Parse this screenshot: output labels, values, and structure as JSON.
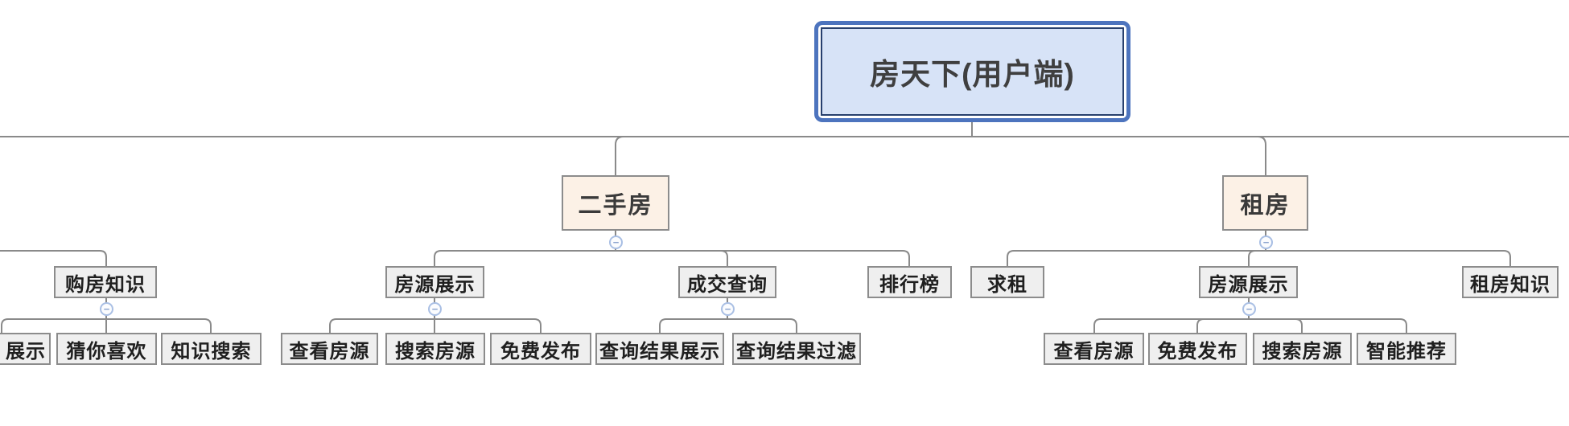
{
  "colors": {
    "root_fill": "#D7E3F7",
    "root_border": "#4D74BE",
    "root_inner_border": "#28406E",
    "branch_fill": "#FCF1E6",
    "node_fill": "#EFEFEF",
    "node_border": "#8C8C8C",
    "connector": "#8A8A8A",
    "collapse_border": "#A9BFE4",
    "collapse_glyph": "#8BA3CF",
    "text": "#333333"
  },
  "icons": {
    "collapse": "−"
  },
  "nodes": {
    "root": {
      "label": "房天下(用户端)"
    },
    "ershoufang": {
      "label": "二手房"
    },
    "zufang": {
      "label": "租房"
    },
    "goufangzhishi": {
      "label": "购房知识"
    },
    "fangyuanzhanshi_esf": {
      "label": "房源展示"
    },
    "chengjiaochaxun": {
      "label": "成交查询"
    },
    "paihangbang": {
      "label": "排行榜"
    },
    "qiuzu": {
      "label": "求租"
    },
    "fangyuanzhanshi_zf": {
      "label": "房源展示"
    },
    "zufangzhishi": {
      "label": "租房知识"
    },
    "zhanshi_partial": {
      "label": "展示"
    },
    "cainixihuan": {
      "label": "猜你喜欢"
    },
    "zhishisousuo": {
      "label": "知识搜索"
    },
    "chakanfangyuan_esf": {
      "label": "查看房源"
    },
    "sousuofangyuan_esf": {
      "label": "搜索房源"
    },
    "mianfeifabu_esf": {
      "label": "免费发布"
    },
    "chaxunjieguozhanshi": {
      "label": "查询结果展示"
    },
    "chaxunjieguoguolv": {
      "label": "查询结果过滤"
    },
    "chakanfangyuan_zf": {
      "label": "查看房源"
    },
    "mianfeifabu_zf": {
      "label": "免费发布"
    },
    "sousuofangyuan_zf": {
      "label": "搜索房源"
    },
    "zhinengtuijian": {
      "label": "智能推荐"
    }
  }
}
